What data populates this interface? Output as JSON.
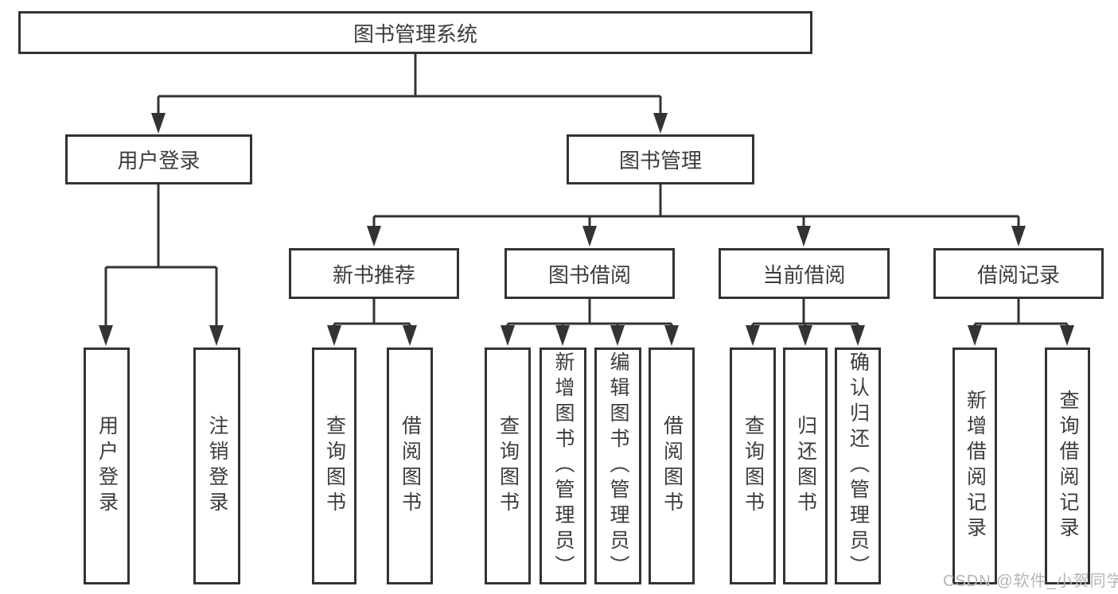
{
  "diagram": {
    "root": {
      "label": "图书管理系统"
    },
    "branches": [
      {
        "label": "用户登录",
        "children": [
          {
            "label": "用户登录"
          },
          {
            "label": "注销登录"
          }
        ]
      },
      {
        "label": "图书管理",
        "children": [
          {
            "label": "新书推荐",
            "children": [
              {
                "label": "查询图书"
              },
              {
                "label": "借阅图书"
              }
            ]
          },
          {
            "label": "图书借阅",
            "children": [
              {
                "label": "查询图书"
              },
              {
                "label": "新增图书（管理员）"
              },
              {
                "label": "编辑图书（管理员）"
              },
              {
                "label": "借阅图书"
              }
            ]
          },
          {
            "label": "当前借阅",
            "children": [
              {
                "label": "查询图书"
              },
              {
                "label": "归还图书"
              },
              {
                "label": "确认归还（管理员）"
              }
            ]
          },
          {
            "label": "借阅记录",
            "children": [
              {
                "label": "新增借阅记录"
              },
              {
                "label": "查询借阅记录"
              }
            ]
          }
        ]
      }
    ]
  },
  "watermark": {
    "text": "CSDN @软件_小贺同学"
  },
  "colors": {
    "line": "#333333",
    "text": "#3c3c3c",
    "background": "#ffffff",
    "watermark": "#b5b5b5"
  }
}
